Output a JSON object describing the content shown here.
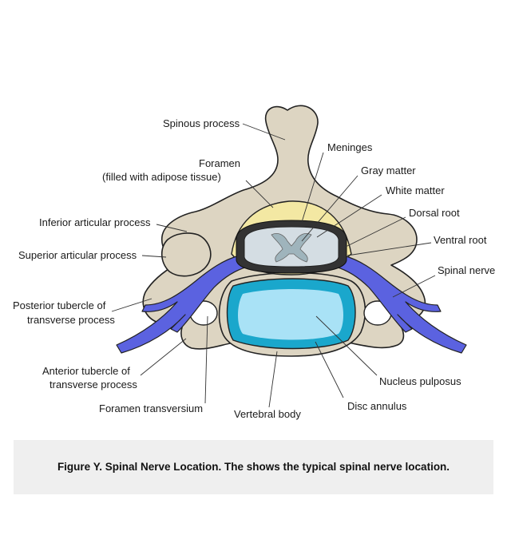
{
  "labels": {
    "spinous_process": "Spinous process",
    "foramen_line1": "Foramen",
    "foramen_line2": "(filled with adipose tissue)",
    "meninges": "Meninges",
    "gray_matter": "Gray matter",
    "white_matter": "White matter",
    "dorsal_root": "Dorsal root",
    "ventral_root": "Ventral root",
    "spinal_nerve": "Spinal nerve",
    "inferior_articular_process": "Inferior articular process",
    "superior_articular_process": "Superior articular process",
    "posterior_tubercle_line1": "Posterior tubercle of",
    "posterior_tubercle_line2": "transverse process",
    "anterior_tubercle_line1": "Anterior tubercle of",
    "anterior_tubercle_line2": "transverse process",
    "foramen_transversium": "Foramen transversium",
    "vertebral_body": "Vertebral body",
    "disc_annulus": "Disc annulus",
    "nucleus_pulposus": "Nucleus pulposus"
  },
  "caption": "Figure Y. Spinal Nerve Location. The shows the typical spinal nerve location.",
  "colors": {
    "bone": "#ddd5c2",
    "bone_outline": "#222222",
    "adipose": "#f3e8a3",
    "nerve": "#5b62e0",
    "disc_annulus": "#1aa7cc",
    "nucleus": "#a9e2f6",
    "spinal_cord": "#d4dde3",
    "gray_matter": "#9fb4bc",
    "caption_bg": "#efefef"
  }
}
